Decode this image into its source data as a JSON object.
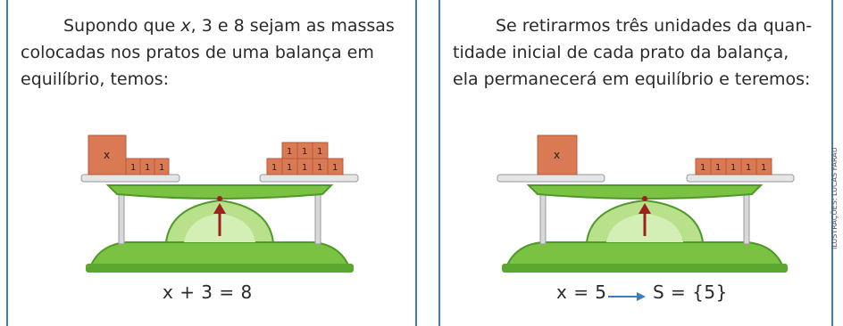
{
  "left": {
    "line1_pre": "Supondo que ",
    "line1_var": "x",
    "line1_post": ", 3 e 8 sejam as massas",
    "line2": "colocadas nos pratos de uma balança em",
    "line3": "equilíbrio, temos:",
    "equation": "x + 3 = 8",
    "box_x_label": "x",
    "box_one_label": "1"
  },
  "right": {
    "line1": "Se retirarmos três unidades da quan-",
    "line2": "tidade inicial de cada prato da balança,",
    "line3": "ela permanecerá em equilíbrio e teremos:",
    "equation_a": "x = 5",
    "equation_b": "S = {5}",
    "box_x_label": "x",
    "box_one_label": "1"
  },
  "credit": "ILUSTRAÇÕES: LUCAS FARAU",
  "colors": {
    "border": "#3f7cbf",
    "box": "#d97a55",
    "box_dark": "#b85a3a",
    "scale_green": "#7cc242",
    "scale_dark": "#4d9a2a",
    "pan": "#e6e6e6",
    "arrow": "#9b2020"
  }
}
